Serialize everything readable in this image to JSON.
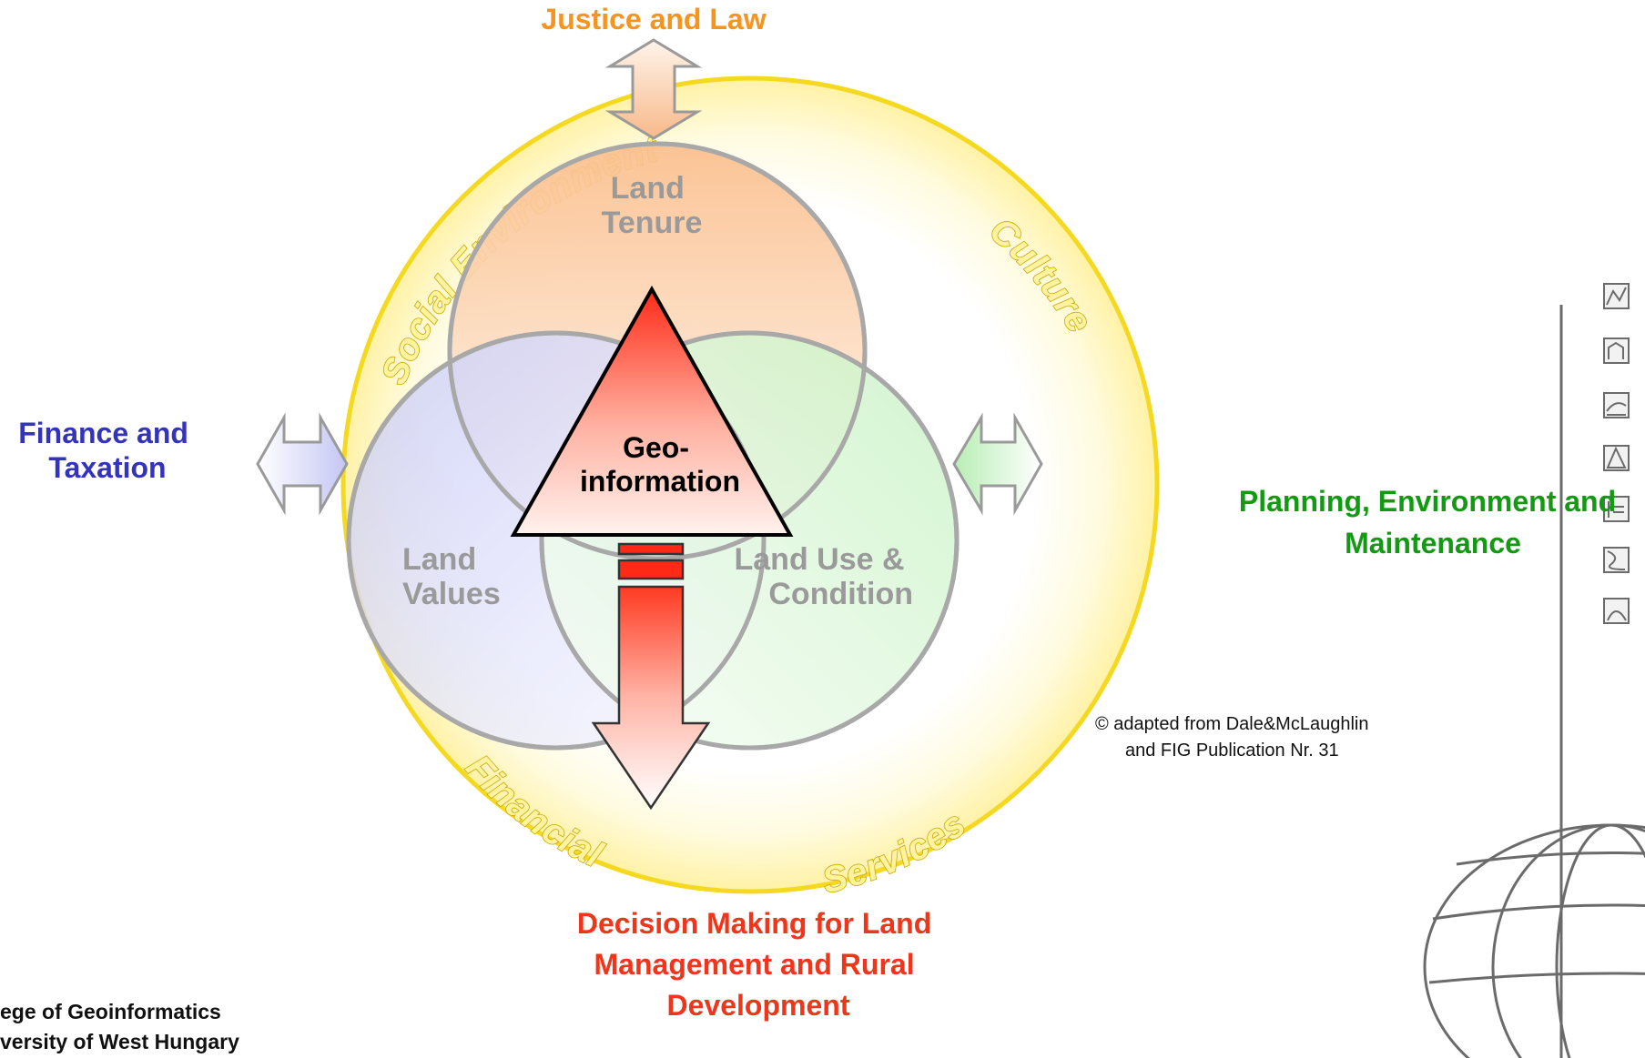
{
  "outer_labels": {
    "top": "Justice and Law",
    "left": [
      "Finance and",
      "Taxation"
    ],
    "right": [
      "Planning, Environment and",
      "Maintenance"
    ],
    "bottom": [
      "Decision Making for Land",
      "Management and Rural",
      "Development"
    ]
  },
  "arc_words": {
    "social": "Social Environment",
    "culture": "Culture",
    "financial": "Financial",
    "services": "Services"
  },
  "circles": {
    "tenure": [
      "Land",
      "Tenure"
    ],
    "values": [
      "Land",
      "Values"
    ],
    "use": [
      "Land Use &",
      "Condition"
    ]
  },
  "center": [
    "Geo-",
    "information"
  ],
  "credit": [
    "© adapted from Dale&McLaughlin",
    "and FIG Publication Nr. 31"
  ],
  "footer": [
    "ege of Geoinformatics",
    "versity of West Hungary"
  ],
  "colors": {
    "top": "#f7941d",
    "left": "#3333bb",
    "right": "#129a12",
    "bottom": "#f0351a",
    "circle_stroke": "#a8a8a8",
    "ring": "#f5d820",
    "circle_text": "#9a9a9a"
  }
}
